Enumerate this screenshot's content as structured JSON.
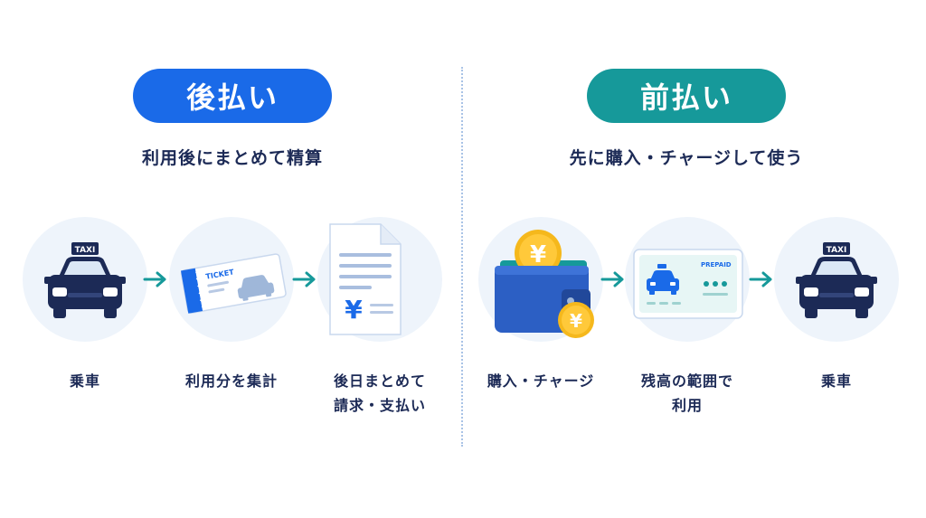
{
  "left": {
    "title": "後払い",
    "subtitle": "利用後にまとめて精算",
    "steps": [
      {
        "icon": "taxi-icon",
        "lines": [
          "乗車"
        ]
      },
      {
        "icon": "ticket-icon",
        "lines": [
          "利用分を集計"
        ]
      },
      {
        "icon": "invoice-document-icon",
        "lines": [
          "後日まとめて",
          "請求・支払い"
        ]
      }
    ]
  },
  "right": {
    "title": "前払い",
    "subtitle": "先に購入・チャージして使う",
    "steps": [
      {
        "icon": "wallet-coin-icon",
        "lines": [
          "購入・チャージ"
        ]
      },
      {
        "icon": "prepaid-card-icon",
        "lines": [
          "残高の範囲で",
          "利用"
        ]
      },
      {
        "icon": "taxi-icon",
        "lines": [
          "乗車"
        ]
      }
    ]
  },
  "icon_text": {
    "taxi_sign": "TAXI",
    "ticket_word": "TICKET",
    "prepaid_word": "PREPAID",
    "yen": "¥"
  },
  "colors": {
    "left_accent": "#1a6ae8",
    "right_accent": "#16999a",
    "navy": "#1c2a56",
    "arrow": "#16999a",
    "circle_bg": "#eef4fb",
    "coin": "#f5b81c"
  }
}
